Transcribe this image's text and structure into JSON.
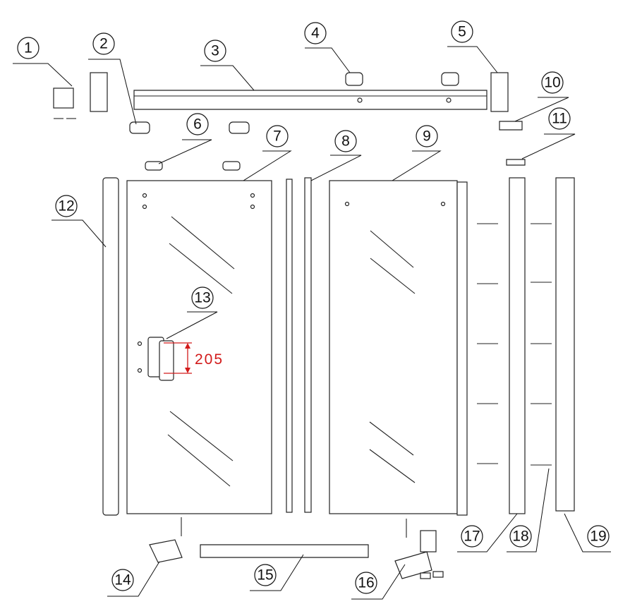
{
  "diagram": {
    "title": "Shower door exploded assembly diagram",
    "callouts": [
      "1",
      "2",
      "3",
      "4",
      "5",
      "6",
      "7",
      "8",
      "9",
      "10",
      "11",
      "12",
      "13",
      "14",
      "15",
      "16",
      "17",
      "18",
      "19"
    ],
    "dimension_label": "205",
    "colors": {
      "line": "#111111",
      "dimension": "#d21a1a"
    }
  }
}
